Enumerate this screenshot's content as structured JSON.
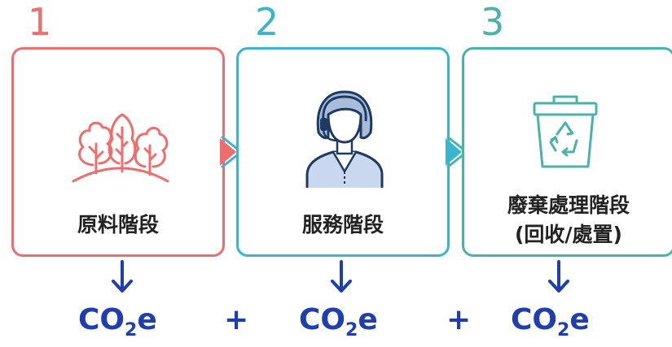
{
  "stages": [
    {
      "number": "1",
      "label": "原料階段",
      "color": "#ee6d6d",
      "icon": "trees-icon"
    },
    {
      "number": "2",
      "label": "服務階段",
      "color": "#3bb5cf",
      "icon": "person-headset-icon"
    },
    {
      "number": "3",
      "label_line1": "廢棄處理階段",
      "label_line2": "(回收/處置)",
      "color": "#49b3a8",
      "icon": "recycle-bin-icon"
    }
  ],
  "emission": {
    "co": "CO",
    "sub": "2",
    "e": "e"
  },
  "operator": "+",
  "accent": "#1f3fb0"
}
